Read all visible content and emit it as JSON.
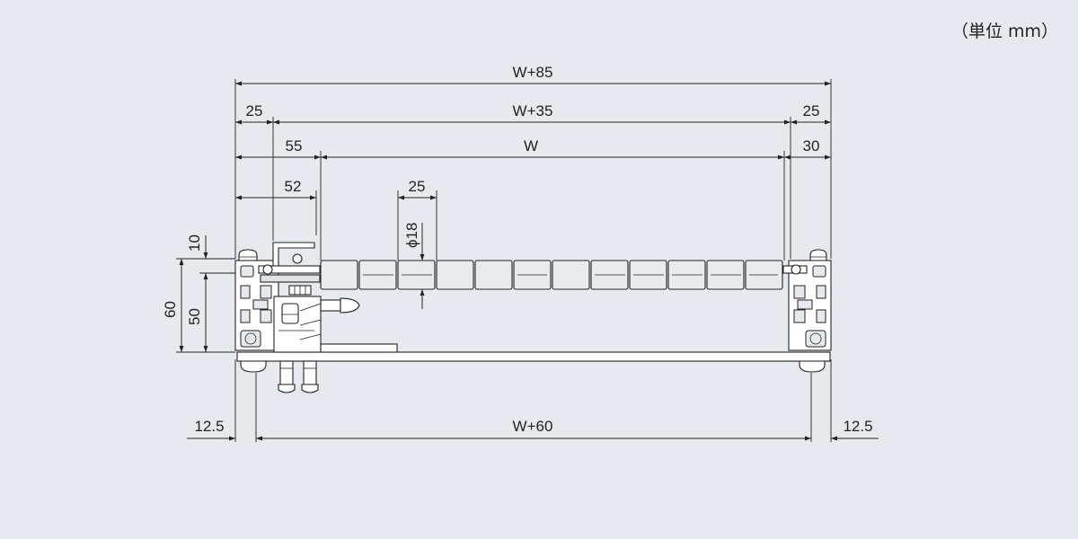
{
  "unit_label": "（単位 mm）",
  "dimensions": {
    "overall_width": "W+85",
    "left_margin_top": "25",
    "inner_width": "W+35",
    "right_margin_top": "25",
    "left_55": "55",
    "roller_width": "W",
    "right_30": "30",
    "left_52": "52",
    "roller_pitch": "25",
    "roller_diameter": "ϕ18",
    "height_10": "10",
    "height_60": "60",
    "height_50": "50",
    "foot_left": "12.5",
    "foot_span": "W+60",
    "foot_right": "12.5"
  },
  "colors": {
    "background": "#e6eaef",
    "line": "#222222"
  }
}
